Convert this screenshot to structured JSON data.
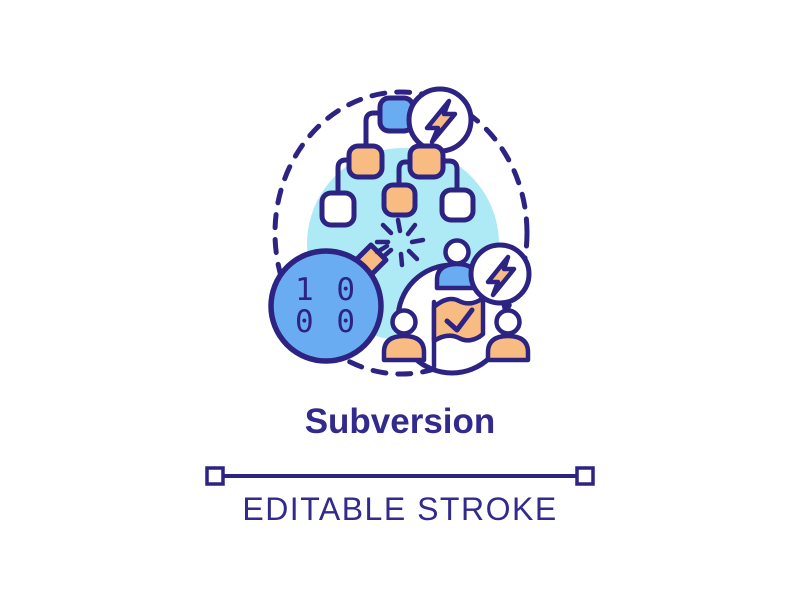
{
  "palette": {
    "ink": "#2c2383",
    "text": "#322a8c",
    "blue": "#6aacf1",
    "sky": "#aeeaf6",
    "orange": "#f8bb82",
    "white": "#ffffff"
  },
  "title": "Subversion",
  "footer": {
    "label": "EDITABLE STROKE"
  },
  "illustration": {
    "bomb": {
      "binary_line1": "1 0",
      "binary_line2": "0 0"
    },
    "icons": [
      "version-tree-icon",
      "lightning-icon",
      "spark-icon",
      "bomb-icon",
      "team-circle-icon",
      "flag-checkmark-icon",
      "lightning-icon"
    ]
  }
}
